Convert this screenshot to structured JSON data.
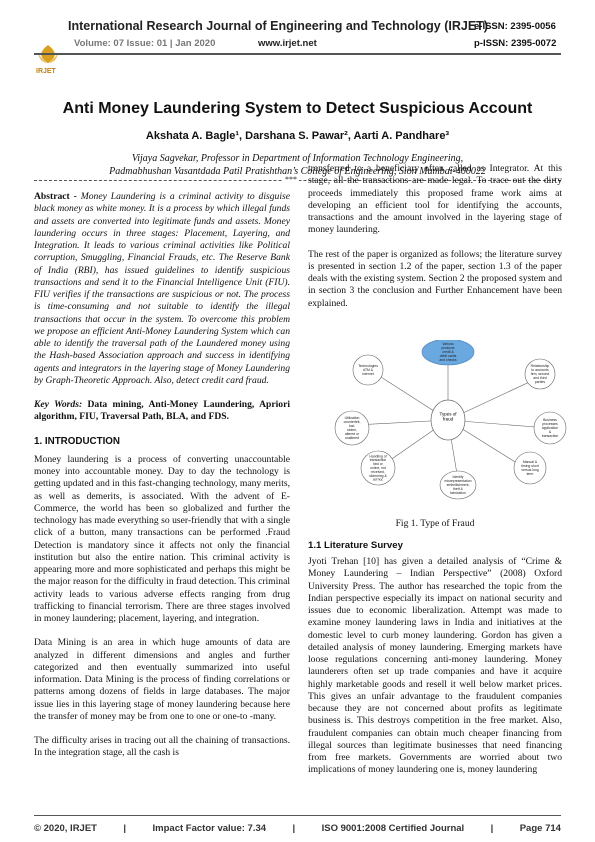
{
  "header": {
    "journal": "International Research Journal of Engineering and Technology (IRJET)",
    "issn_e": "e-ISSN: 2395-0056",
    "issn_p": "p-ISSN: 2395-0072",
    "volume": "Volume: 07 Issue: 01 | Jan 2020",
    "website": "www.irjet.net",
    "logo_text": "IRJET"
  },
  "paper": {
    "title": "Anti Money Laundering System to Detect Suspicious Account",
    "authors": "Akshata A. Bagle¹, Darshana S. Pawar², Aarti A. Pandhare³",
    "affiliation_1": "Vijaya Sagvekar, Professor in Department of Information Technology Engineering,",
    "affiliation_2": "Padmabhushan Vasantdada Patil Pratishthan’s College of Engineering, Sion Mumbai-400022",
    "separator": "***"
  },
  "left": {
    "abstract_label": "Abstract -",
    "abstract_text": " Money Laundering is a criminal activity to disguise black money as white money.  It is a process by which illegal funds and assets are converted into legitimate funds and assets. Money laundering occurs in three stages: Placement, Layering, and Integration. It leads to various criminal activities like Political corruption, Smuggling, Financial Frauds, etc. The Reserve Bank of India (RBI), has issued guidelines to identify suspicious transactions and send it to the Financial Intelligence Unit (FIU). FIU verifies if the transactions are suspicious or not. The process is time-consuming and not suitable to identify the illegal transactions that occur in the system. To overcome this problem we propose an efficient Anti-Money Laundering System which can able to identify the traversal path of the Laundered money using the Hash-based Association approach and success in identifying agents and integrators in the layering stage of Money Laundering by Graph-Theoretic Approach. Also, detect credit card fraud.",
    "keywords_label": "Key Words:",
    "keywords_text": " Data mining, Anti-Money Laundering, Apriori algorithm, FIU, Traversal Path, BLA, and FDS.",
    "intro_heading": "1. INTRODUCTION",
    "intro_p1": "Money laundering is a process of converting unaccountable money into accountable money.  Day to day the technology is getting updated and in this fast-changing technology, many merits, as well as demerits, is associated. With the advent of E-Commerce, the world has been so globalized and further the technology has made everything so user-friendly that with a single click of a button, many transactions can be performed .Fraud Detection is mandatory since it affects not only the financial institution but also the entire nation. This criminal activity is appearing more and more sophisticated and perhaps this might be the major reason for the difficulty in fraud detection. This criminal activity leads to various adverse effects ranging from drug trafficking to financial terrorism. There are three stages involved in money laundering; placement, layering, and integration.",
    "intro_p2": "Data Mining is an area in which huge amounts of data are analyzed in different dimensions and angles and further categorized and then eventually summarized into useful information. Data Mining is the process of finding correlations or patterns among dozens of fields in large databases. The major issue lies in this layering stage of money laundering because here the transfer of money may be from one to one or one-to -many.",
    "intro_p3": " The difficulty arises in tracing out all the chaining of transactions.  In  the  integration  stage,  all  the  cash  is"
  },
  "right": {
    "p1": "transferred to a beneficiary often called as Integrator. At this stage, all the transactions are made legal. To trace out the dirty proceeds immediately this proposed frame work aims at developing an efficient tool for identifying the accounts, transactions and the amount involved in the layering stage of money laundering.",
    "p2": "The rest of the paper is organized as follows; the literature survey is presented in section 1.2 of the paper, section 1.3 of the paper deals with the existing system. Section 2 the proposed system and in section 3 the conclusion and Further Enhancement have been explained.",
    "fig_caption": "Fig 1. Type of Fraud",
    "lit_heading": "1.1 Literature Survey",
    "lit_p1": "Jyoti Trehan [10] has given a detailed analysis of “Crime & Money Laundering – Indian Perspective” (2008) Oxford University Press. The author has researched the topic from the Indian perspective especially its impact on national security and issues due to economic liberalization. Attempt was made to examine money laundering laws in India and initiatives at the domestic level to curb money laundering. Gordon has given a detailed analysis of money laundering. Emerging markets have loose regulations concerning anti-money laundering. Money launderers often set up trade companies and have it acquire highly marketable goods and resell it well below market prices. This gives an unfair advantage to the fraudulent companies because they are not concerned about profits as legitimate business is. This destroys competition in the free market. Also, fraudulent companies can obtain much cheaper financing from illegal sources than legitimate businesses that need financing from free markets. Governments are worried about two implications of money laundering one is, money laundering"
  },
  "figure": {
    "center": "Types of fraud",
    "nodes": [
      "Various products credit & debit cards and checks",
      "Relationship to accounts firm, second and third parties",
      "Business processes application & transaction",
      "Manual & timing short versus long term",
      "Identify misrepresentation embellishment, theft & fabrication",
      "Handling of transaction fast or online, not received, skimming & ad hoc",
      "Utilization counterfeit, lost, stolen, altered or unaltered",
      "Technologies ATM & internet"
    ]
  },
  "footer": {
    "copyright": "© 2020, IRJET",
    "sep": "|",
    "impact": "Impact Factor value: 7.34",
    "iso": "ISO 9001:2008 Certified Journal",
    "page": "Page 714"
  }
}
